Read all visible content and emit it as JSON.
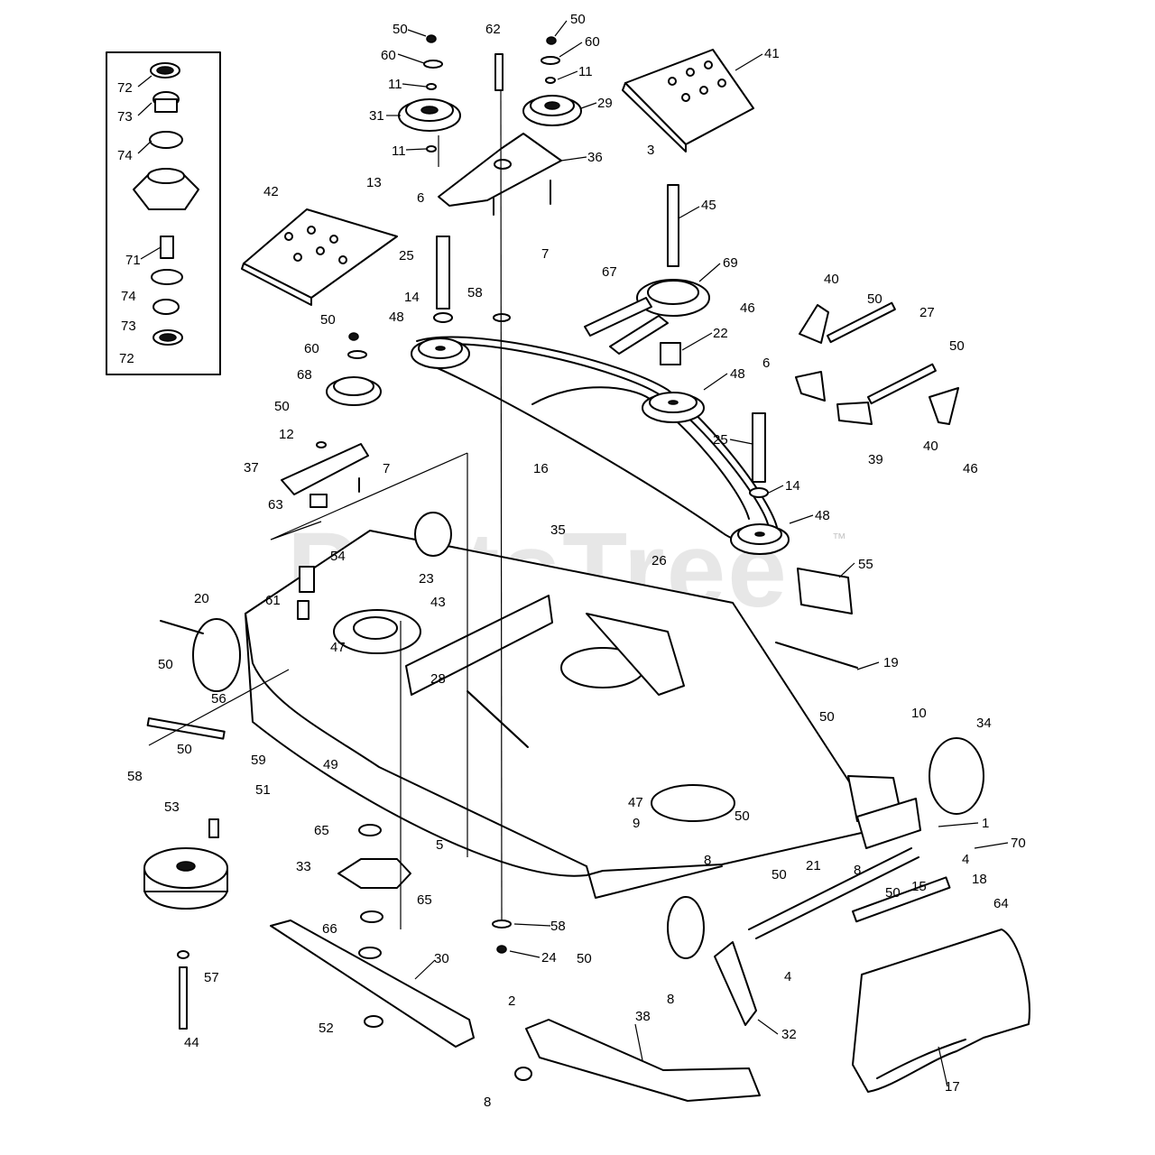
{
  "watermark": {
    "text": "PartsTree",
    "mark": "™"
  },
  "labels": {
    "inset": {
      "l72a": "72",
      "l73a": "73",
      "l74a": "74",
      "l71": "71",
      "l74b": "74",
      "l73b": "73",
      "l72b": "72"
    },
    "top": {
      "l50a": "50",
      "l60a": "60",
      "l11a": "11",
      "l31": "31",
      "l11b": "11",
      "l62": "62",
      "l50b": "50",
      "l60b": "60",
      "l11c": "11",
      "l29": "29",
      "l41": "41",
      "l36": "36",
      "l7a": "7",
      "l3": "3",
      "l45": "45",
      "l42": "42",
      "l13": "13",
      "l6a": "6",
      "l25a": "25",
      "l14a": "14",
      "l58a": "58",
      "l48a": "48",
      "l67": "67",
      "l69": "69",
      "l22": "22"
    },
    "middle": {
      "l50c": "50",
      "l60c": "60",
      "l68": "68",
      "l50d": "50",
      "l12": "12",
      "l37": "37",
      "l7b": "7",
      "l63": "63",
      "l16": "16",
      "l48b": "48",
      "l6b": "6",
      "l25b": "25",
      "l14b": "14",
      "l48c": "48",
      "l40a": "40",
      "l50e": "50",
      "l46a": "46",
      "l27": "27",
      "l50f": "50",
      "l39": "39",
      "l40b": "40",
      "l46b": "46"
    },
    "deck": {
      "l35": "35",
      "l54": "54",
      "l23": "23",
      "l43": "43",
      "l61": "61",
      "l47a": "47",
      "l26": "26",
      "l55": "55",
      "l20": "20",
      "l19": "19",
      "l28": "28",
      "l50g": "50",
      "l56": "56",
      "l50h": "50",
      "l58b": "58",
      "l59": "59",
      "l49": "49",
      "l51": "51",
      "l50i": "50",
      "l10": "10",
      "l34": "34",
      "l47b": "47",
      "l9": "9",
      "l50j": "50",
      "l1": "1",
      "l70": "70",
      "l8a": "8",
      "l4a": "4",
      "l21": "21",
      "l50k": "50",
      "l8b": "8",
      "l18": "18",
      "l15": "15",
      "l64": "64",
      "l50l": "50"
    },
    "bottom": {
      "l53": "53",
      "l65a": "65",
      "l33": "33",
      "l5": "5",
      "l65b": "65",
      "l66": "66",
      "l30": "30",
      "l57": "57",
      "l44": "44",
      "l52": "52",
      "l58c": "58",
      "l24": "24",
      "l50m": "50",
      "l2": "2",
      "l38": "38",
      "l8c": "8",
      "l8d": "8",
      "l4b": "4",
      "l32": "32",
      "l17": "17"
    }
  }
}
